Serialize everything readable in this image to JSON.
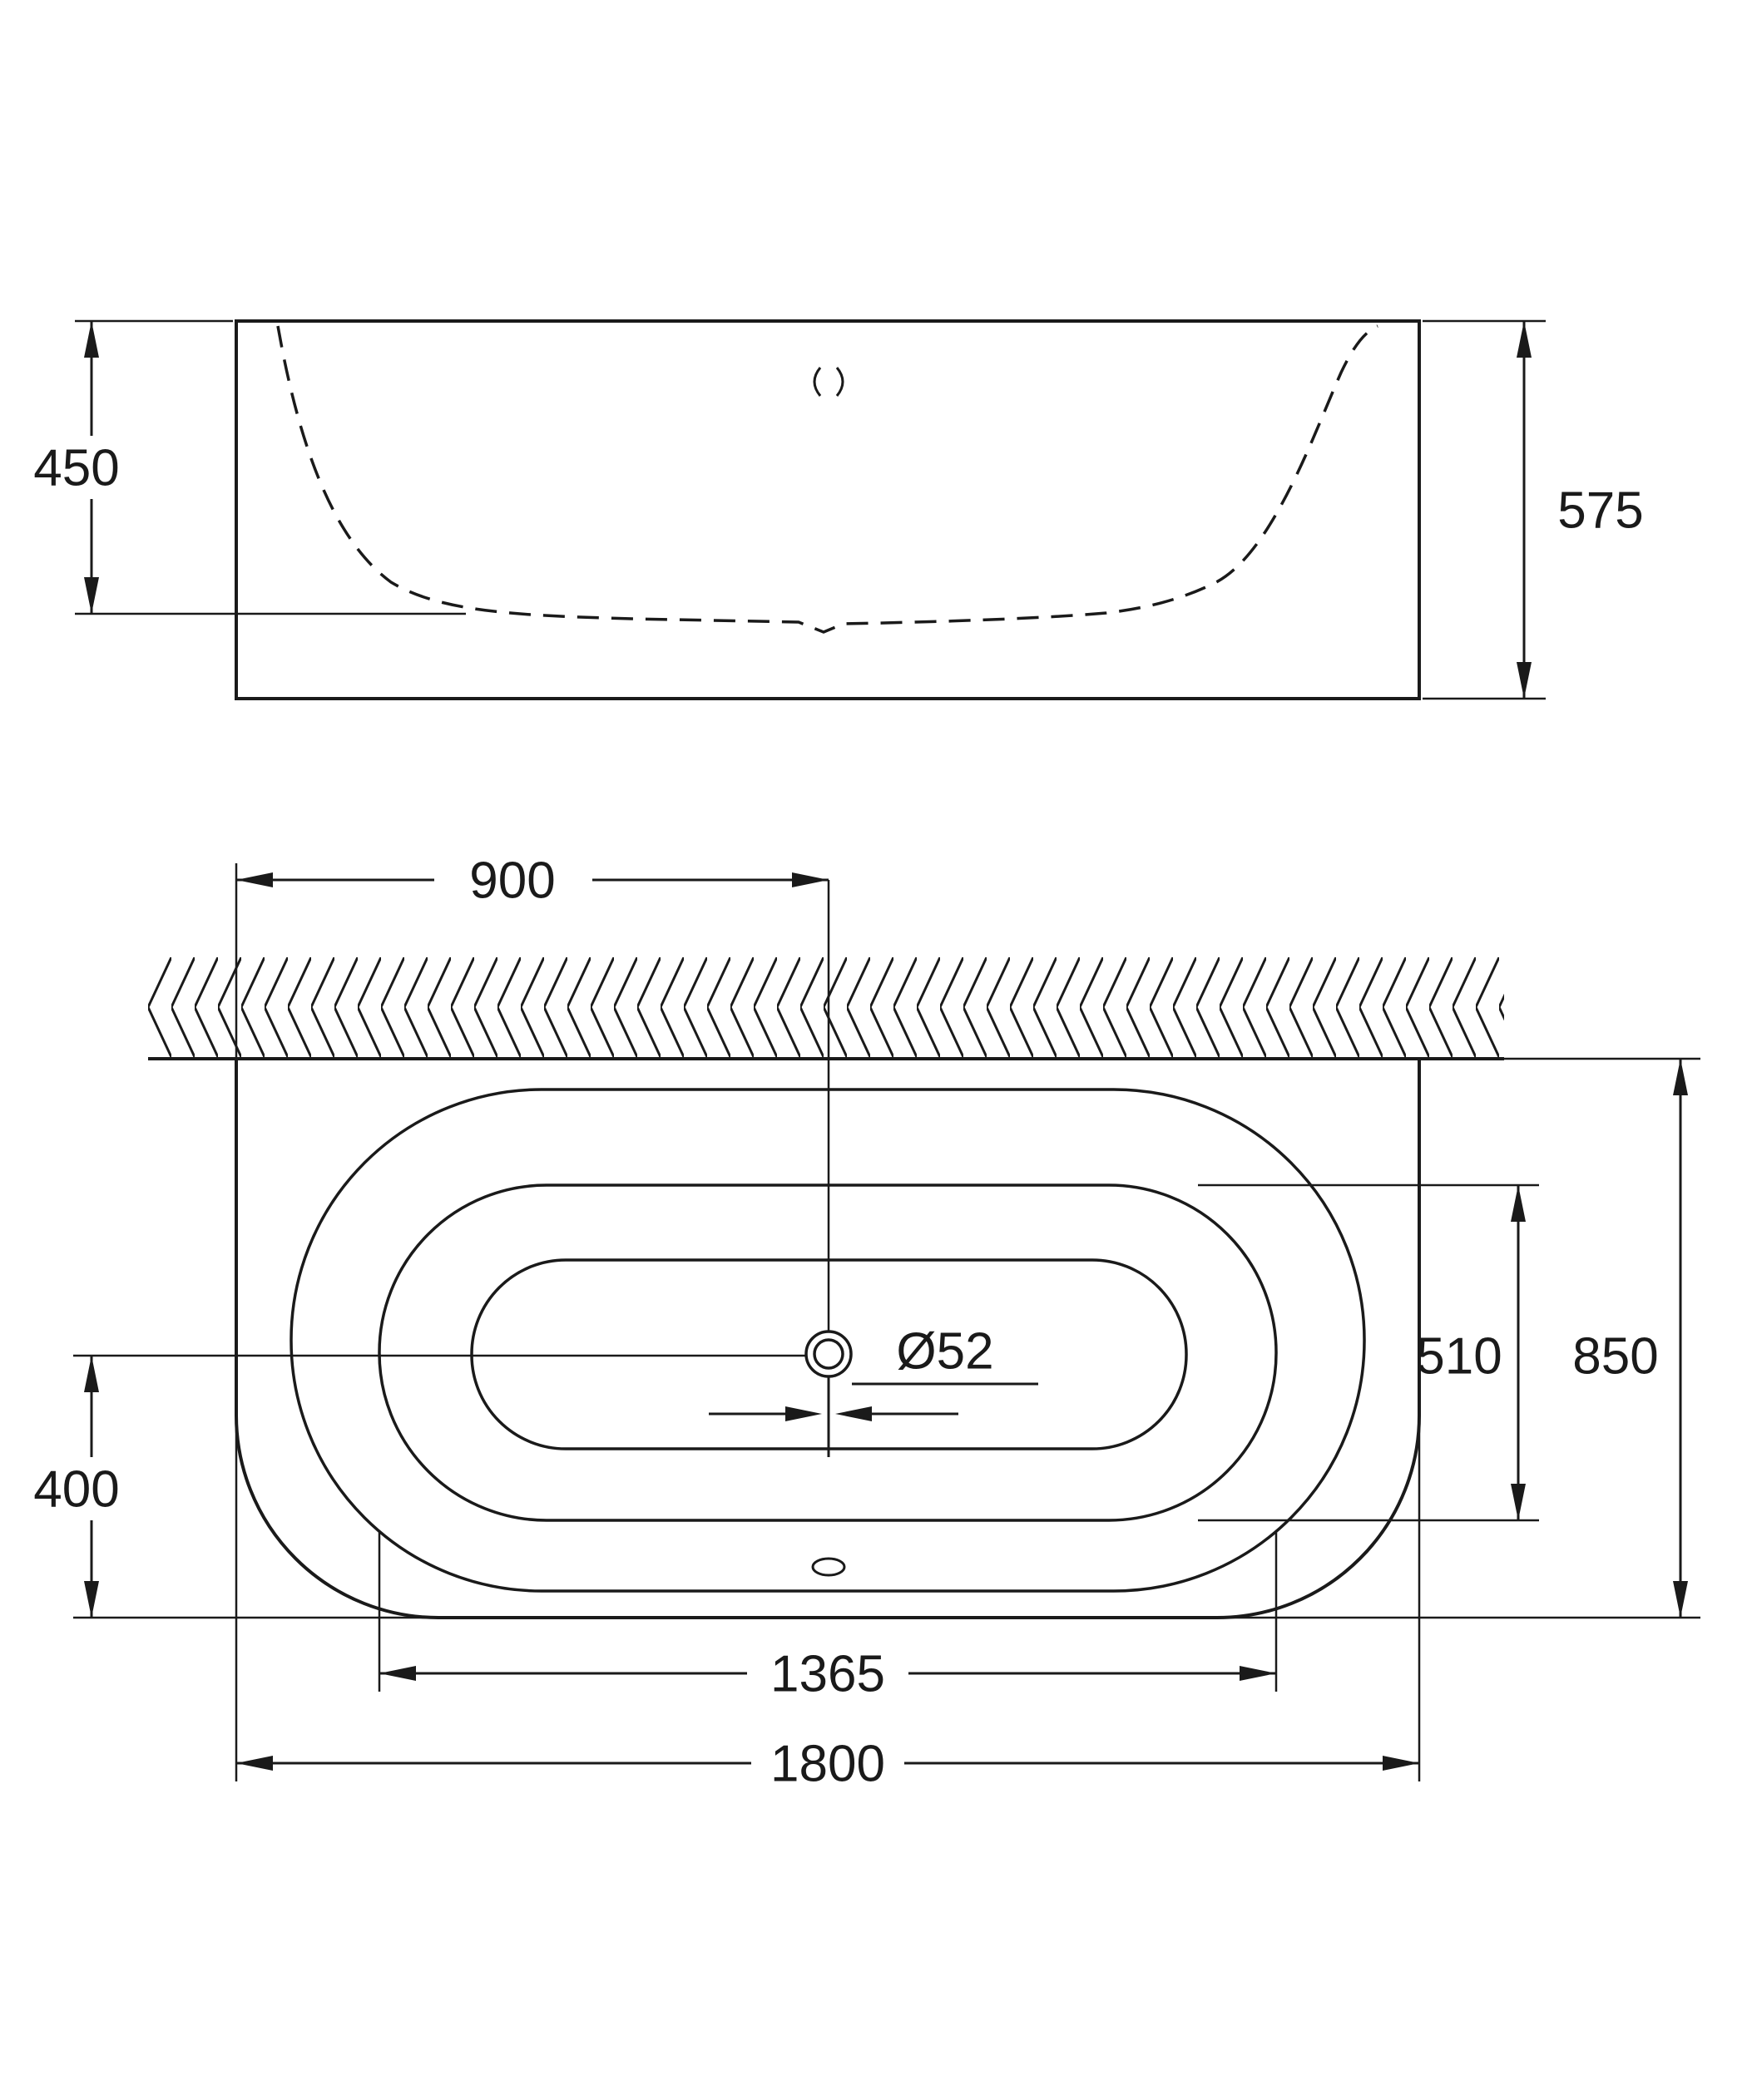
{
  "drawing": {
    "type": "technical-dimension-drawing",
    "subject": "bathtub (front elevation and plan view)",
    "colors": {
      "line": "#1a1a1a",
      "background": "#ffffff"
    },
    "labels": {
      "dim_450": "450",
      "dim_575": "575",
      "dim_900": "900",
      "dim_510": "510",
      "dim_850": "850",
      "dim_400": "400",
      "dim_drain": "Ø52",
      "dim_1365": "1365",
      "dim_1800": "1800"
    },
    "dimensions_mm": {
      "front_view": {
        "rim_to_basin_bottom": 450,
        "overall_height": 575
      },
      "plan_view": {
        "left_edge_to_center": 900,
        "overall_length": 1800,
        "overall_depth": 850,
        "inner_basin_length": 1365,
        "inner_basin_width": 510,
        "drain_center_to_front_edge": 400,
        "drain_diameter": 52
      }
    }
  }
}
